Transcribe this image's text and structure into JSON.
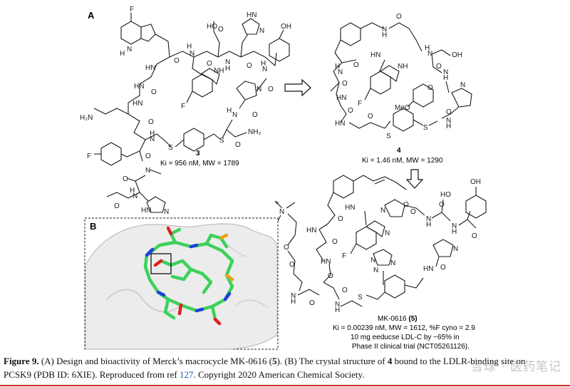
{
  "panels": {
    "a_label": "A",
    "b_label": "B"
  },
  "compound3": {
    "number": "3",
    "stats": "Ki = 956 nM, MW = 1789"
  },
  "compound4": {
    "number": "4",
    "stats": "Ki = 1.46 nM, MW = 1290"
  },
  "compound5": {
    "name": "MK-0616",
    "number": "(5)",
    "line1": "Ki = 0.00239 nM, MW = 1612, %F cyno = 2.9",
    "line2": "10 mg eeducse LDL-C by ~65% in",
    "line3": "Phase II  clinical trial (NCT05261126)."
  },
  "atoms": {
    "F": "F",
    "N": "N",
    "H": "H",
    "NH": "NH",
    "HN": "HN",
    "O": "O",
    "S": "S",
    "OH": "OH",
    "H2N": "H₂N",
    "NH2": "NH₂",
    "HO": "HO",
    "MeO": "MeO",
    "HON": "HO",
    "plus": "+"
  },
  "caption": {
    "figure_label": "Figure 9.",
    "text_before_5": " (A) Design and bioactivity of Merck’s macrocycle MK-0616 (",
    "num5": "5",
    "text_after_5": "). (B) The crystal structure of ",
    "num4": "4",
    "text_line1_end": " bound to the LDLR-binding site on",
    "text_line2": "PCSK9 (PDB ID: 6XIE). Reproduced from ref ",
    "ref": "127",
    "text_line2_end": ". Copyright 2020 American Chemical Society."
  },
  "watermark": "雪球 · 医药笔记"
}
